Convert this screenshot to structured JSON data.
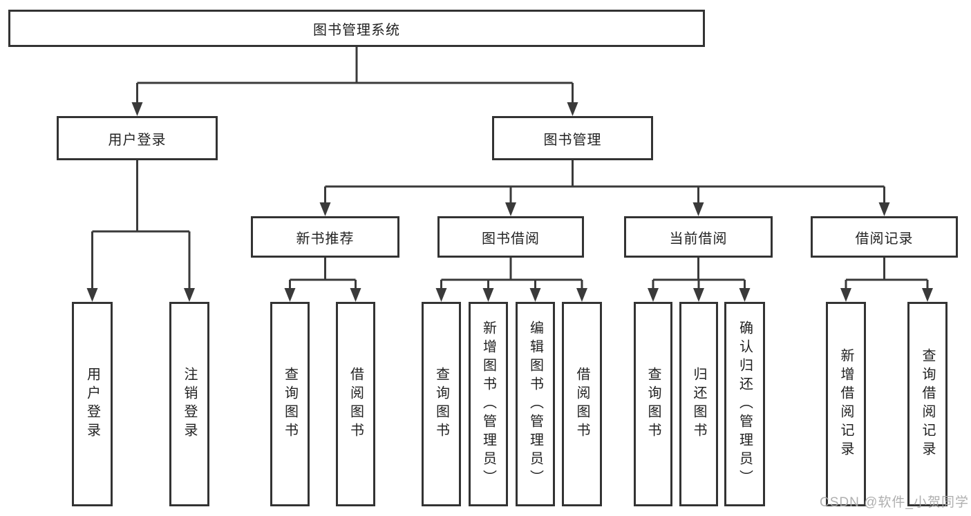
{
  "nodes": {
    "root": {
      "label": "图书管理系统"
    },
    "user_login": {
      "label": "用户登录"
    },
    "book_mgmt": {
      "label": "图书管理"
    },
    "leaf_user_login": {
      "label": "用户登录"
    },
    "leaf_logout": {
      "label": "注销登录"
    },
    "new_book_rec": {
      "label": "新书推荐"
    },
    "book_borrow": {
      "label": "图书借阅"
    },
    "current_borrow": {
      "label": "当前借阅"
    },
    "borrow_records": {
      "label": "借阅记录"
    },
    "rec_query_books": {
      "label": "查询图书"
    },
    "rec_borrow_books": {
      "label": "借阅图书"
    },
    "borrow_query_books": {
      "label": "查询图书"
    },
    "borrow_add_books": {
      "label": "新增图书（管理员）"
    },
    "borrow_edit_books": {
      "label": "编辑图书（管理员）"
    },
    "borrow_borrow_books": {
      "label": "借阅图书"
    },
    "current_query_books": {
      "label": "查询图书"
    },
    "current_return_books": {
      "label": "归还图书"
    },
    "current_confirm_return": {
      "label": "确认归还（管理员）"
    },
    "records_add": {
      "label": "新增借阅记录"
    },
    "records_query": {
      "label": "查询借阅记录"
    }
  },
  "hierarchy": {
    "root": [
      "user_login",
      "book_mgmt"
    ],
    "user_login": [
      "leaf_user_login",
      "leaf_logout"
    ],
    "book_mgmt": [
      "new_book_rec",
      "book_borrow",
      "current_borrow",
      "borrow_records"
    ],
    "new_book_rec": [
      "rec_query_books",
      "rec_borrow_books"
    ],
    "book_borrow": [
      "borrow_query_books",
      "borrow_add_books",
      "borrow_edit_books",
      "borrow_borrow_books"
    ],
    "current_borrow": [
      "current_query_books",
      "current_return_books",
      "current_confirm_return"
    ],
    "borrow_records": [
      "records_add",
      "records_query"
    ]
  },
  "watermark": {
    "text": "CSDN @软件_小贺同学",
    "color": "#a8a8a8"
  },
  "colors": {
    "line": "#3a3a3a",
    "box_border": "#333333",
    "text": "#222222",
    "background": "#ffffff"
  }
}
